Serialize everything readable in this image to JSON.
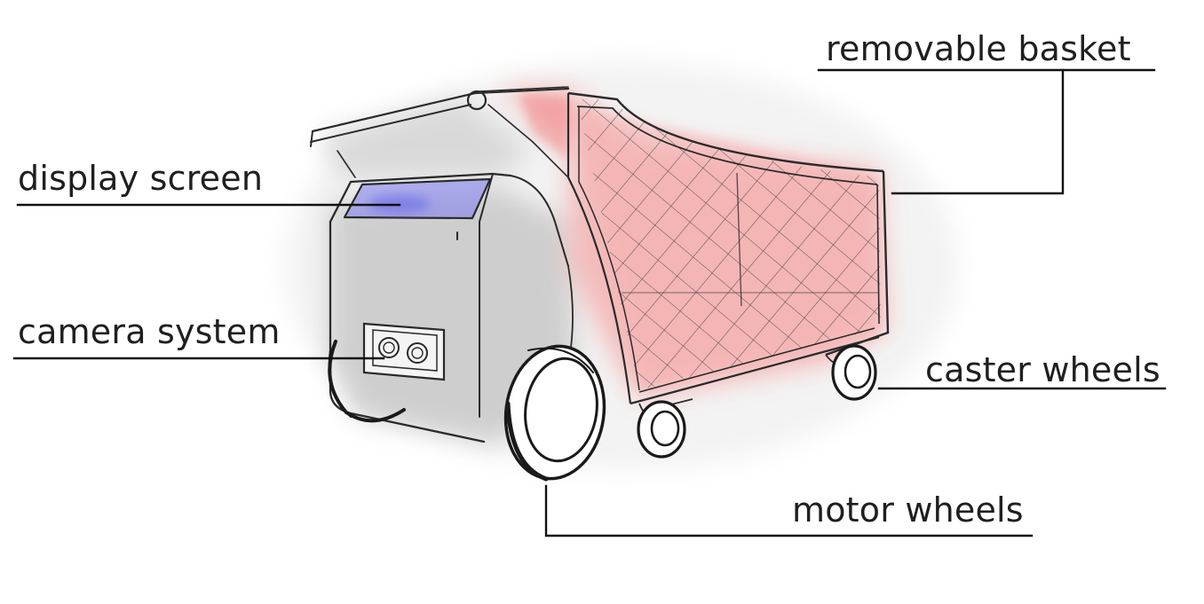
{
  "labels": {
    "display_screen": "display screen",
    "camera_system": "camera system",
    "removable_basket": "removable basket",
    "caster_wheels": "caster wheels",
    "motor_wheels": "motor wheels"
  },
  "colors": {
    "basket_tint": "#f4a3a3",
    "screen_tint": "#7b7cf0",
    "body_shading": "#bdbdbd",
    "ink": "#1a1a1a"
  }
}
